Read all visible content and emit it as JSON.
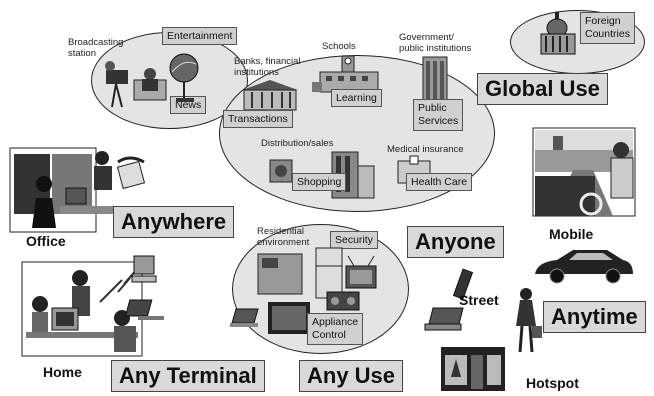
{
  "left_ellipse": {
    "broadcasting_label": "Broadcasting\nstation",
    "entertainment": "Entertainment",
    "news": "News"
  },
  "center_ellipse": {
    "banks_label": "Banks, financial\ninstitutions",
    "transactions": "Transactions",
    "schools_label": "Schools",
    "learning": "Learning",
    "government_label": "Government/\npublic institutions",
    "public_services": "Public\nServices",
    "distribution_label": "Distribution/sales",
    "shopping": "Shopping",
    "medical_label": "Medical insurance",
    "health_care": "Health Care"
  },
  "foreign": {
    "label": "Foreign\nCountries"
  },
  "global_use": "Global Use",
  "office_label": "Office",
  "anywhere": "Anywhere",
  "anyone": "Anyone",
  "mobile_label": "Mobile",
  "residential": {
    "label": "Residential\nenvironment",
    "security": "Security",
    "appliance": "Appliance\nControl"
  },
  "home_label": "Home",
  "any_terminal": "Any Terminal",
  "any_use": "Any Use",
  "street_label": "Street",
  "anytime": "Anytime",
  "hotspot_label": "Hotspot"
}
